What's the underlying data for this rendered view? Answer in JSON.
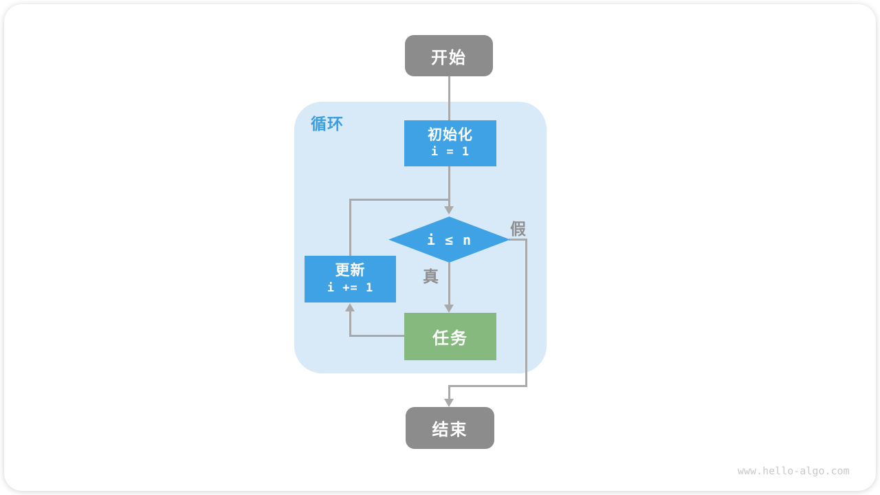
{
  "page": {
    "watermark": "www.hello-algo.com"
  },
  "diagram": {
    "loop_container_label": "循环",
    "nodes": {
      "start": {
        "label": "开始"
      },
      "init": {
        "label": "初始化",
        "code": "i = 1"
      },
      "cond": {
        "code": "i ≤ n"
      },
      "update": {
        "label": "更新",
        "code": "i += 1"
      },
      "task": {
        "label": "任务"
      },
      "end": {
        "label": "结束"
      }
    },
    "edges": {
      "true_label": "真",
      "false_label": "假"
    },
    "colors": {
      "node_blue": "#3ea2e5",
      "node_green": "#86b97d",
      "node_gray": "#8c8c8c",
      "loop_container_blue": "#d8eaf8",
      "loop_label_blue": "#3a9fdf",
      "connector_gray": "#a9a9a9",
      "edge_label_gray": "#8f8f8f",
      "watermark_gray": "#c9c9c9"
    }
  }
}
